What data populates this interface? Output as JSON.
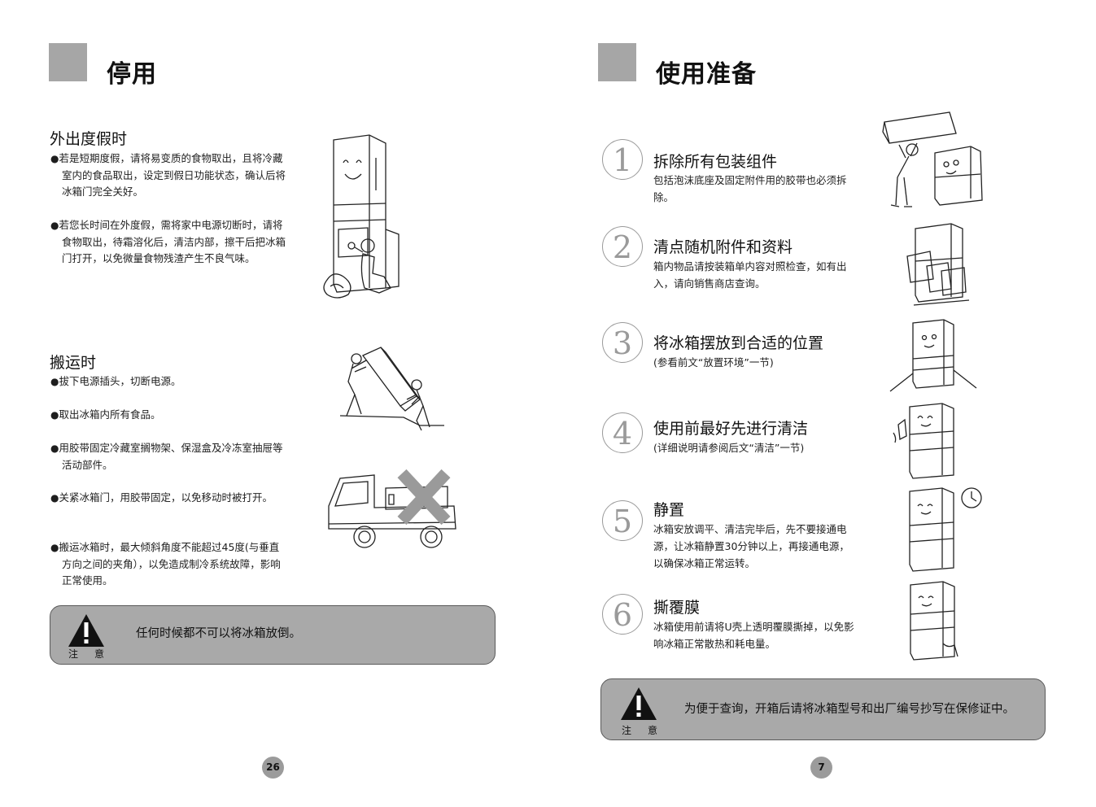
{
  "left_page": {
    "title": "停用",
    "vacation": {
      "heading": "外出度假时",
      "bullets": [
        "若是短期度假，请将易变质的食物取出，且将冷藏室内的食品取出，设定到假日功能状态，确认后将冰箱门完全关好。",
        "若您长时间在外度假，需将家中电源切断时，请将食物取出，待霜溶化后，清洁内部，擦干后把冰箱门打开，以免微量食物残渣产生不良气味。"
      ]
    },
    "moving": {
      "heading": "搬运时",
      "bullets": [
        "拔下电源插头，切断电源。",
        "取出冰箱内所有食品。",
        "用胶带固定冷藏室搁物架、保湿盒及冷冻室抽屉等活动部件。",
        "关紧冰箱门，用胶带固定，以免移动时被打开。",
        "搬运冰箱时，最大倾斜角度不能超过45度(与垂直方向之间的夹角），以免造成制冷系统故障，影响正常使用。"
      ]
    },
    "notice": {
      "label": "注意",
      "text": "任何时候都不可以将冰箱放倒。"
    },
    "page_number": "26"
  },
  "right_page": {
    "title": "使用准备",
    "steps": [
      {
        "num": "1",
        "title": "拆除所有包装组件",
        "desc": "包括泡沫底座及固定附件用的胶带也必须拆除。"
      },
      {
        "num": "2",
        "title": "清点随机附件和资料",
        "desc": "箱内物品请按装箱单内容对照检查，如有出入，请向销售商店查询。"
      },
      {
        "num": "3",
        "title": "将冰箱摆放到合适的位置",
        "desc": "(参看前文“放置环境”一节)"
      },
      {
        "num": "4",
        "title": "使用前最好先进行清洁",
        "desc": "(详细说明请参阅后文“清洁”一节)"
      },
      {
        "num": "5",
        "title": "静置",
        "desc": "冰箱安放调平、清洁完毕后，先不要接通电源，让冰箱静置30分钟以上，再接通电源，以确保冰箱正常运转。"
      },
      {
        "num": "6",
        "title": "撕覆膜",
        "desc": "冰箱使用前请将U壳上透明覆膜撕掉，以免影响冰箱正常散热和耗电量。"
      }
    ],
    "notice": {
      "label": "注意",
      "text": "为便于查询，开箱后请将冰箱型号和出厂编号抄写在保修证中。"
    },
    "page_number": "7"
  },
  "illustrations": {
    "fridge_open_cleaning": "fridge-cleaning-illustration",
    "carrying_fridge": "two-people-carrying-fridge-illustration",
    "truck_crossed": "truck-with-fridge-lying-crossed-out",
    "unboxing": "person-lifting-box-off-fridge",
    "accessories": "fridge-with-manuals",
    "placement": "fridge-in-corner",
    "cleaning": "fridge-being-wiped",
    "resting_clock": "fridge-with-clock",
    "peel_film": "fridge-peeling-film"
  }
}
